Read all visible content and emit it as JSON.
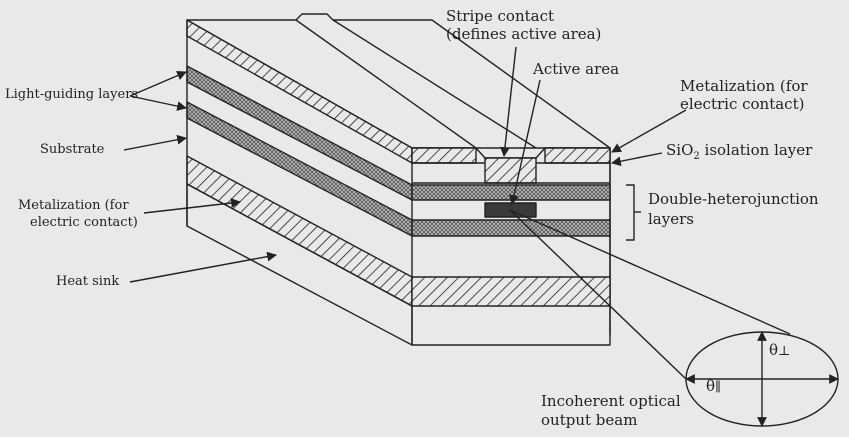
{
  "labels": {
    "stripe_contact_1": "Stripe contact",
    "stripe_contact_2": "(defines active area)",
    "active_area": "Active area",
    "metalization_top_1": "Metalization (for",
    "metalization_top_2": "electric contact)",
    "sio2_prefix": "SiO",
    "sio2_sub": "2",
    "sio2_suffix": " isolation layer",
    "double_hetero_1": "Double-heterojunction",
    "double_hetero_2": "layers",
    "light_guiding": "Light-guiding layers",
    "substrate": "Substrate",
    "metalization_left_1": "Metalization (for",
    "metalization_left_2": "electric contact)",
    "heat_sink": "Heat sink",
    "output_beam_1": "Incoherent optical",
    "output_beam_2": "output beam",
    "theta_perp_symbol": "θ",
    "theta_perp_sub": "⊥",
    "theta_par_symbol": "θ",
    "theta_par_sub": "∥"
  },
  "colors": {
    "background": "#e9e9e7",
    "line": "#222222",
    "active_region": "#3a3a3a"
  }
}
